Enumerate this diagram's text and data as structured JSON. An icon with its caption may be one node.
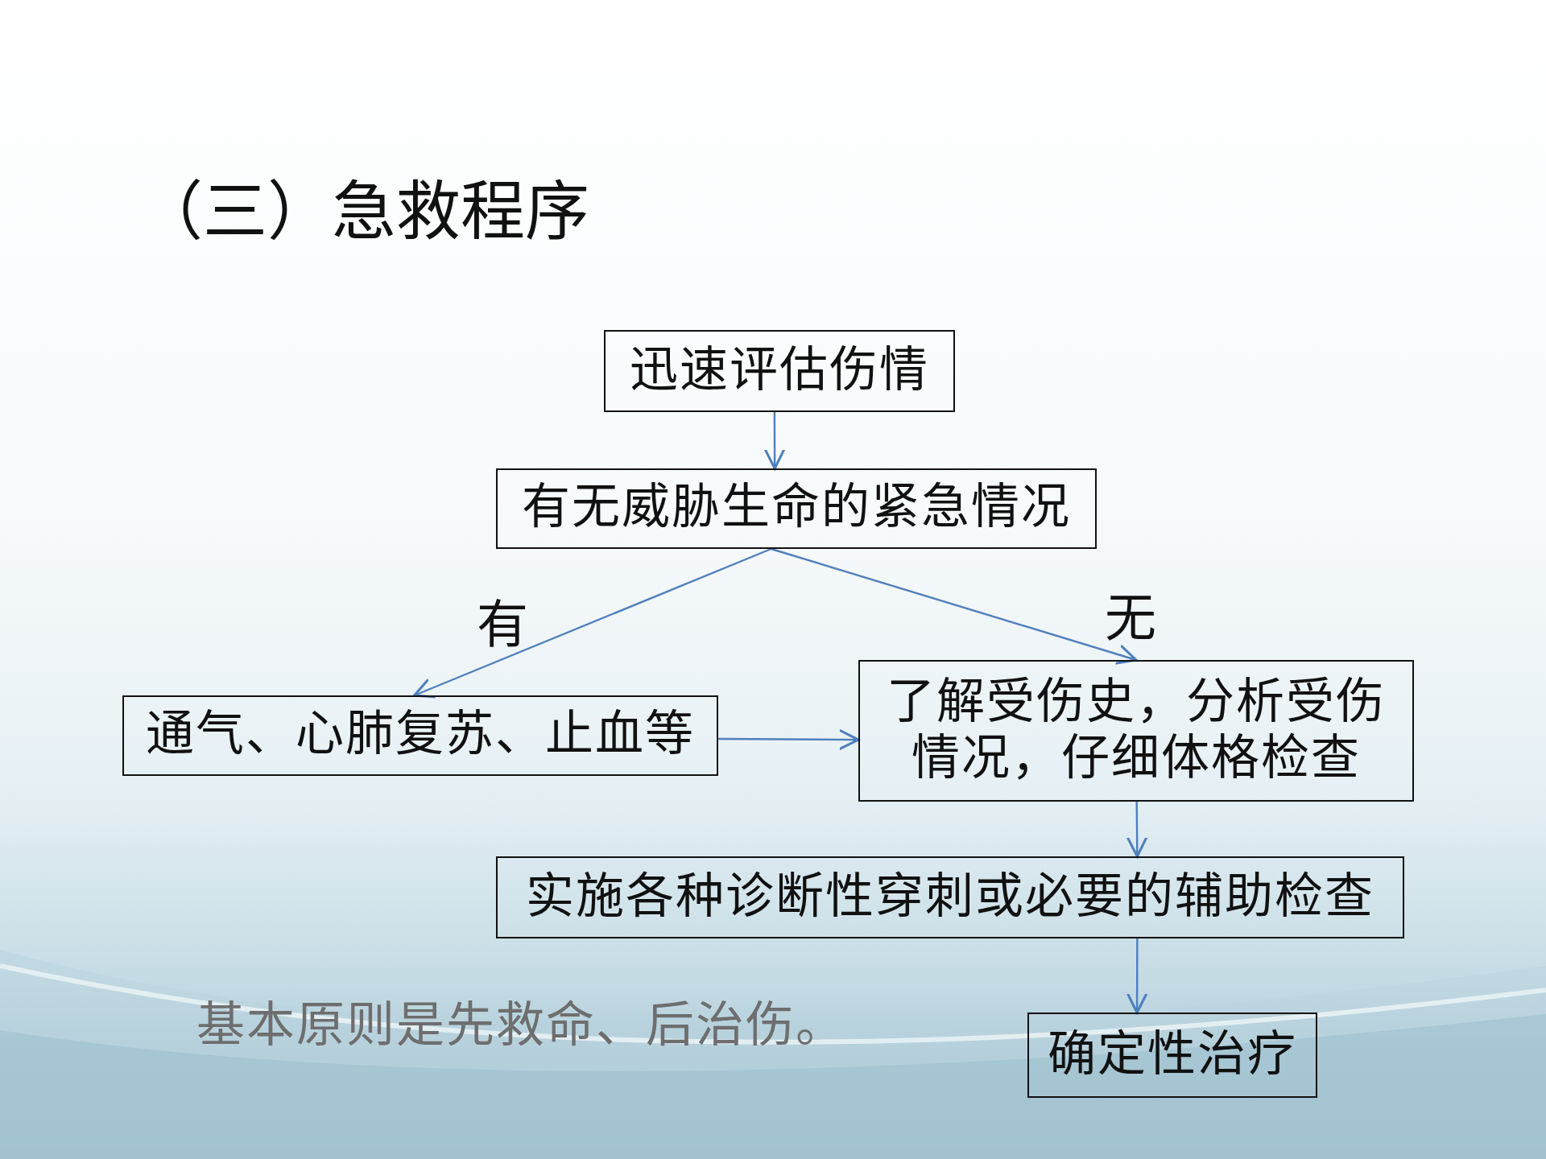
{
  "diagram": {
    "title": "（三）急救程序",
    "nodes": [
      {
        "text": [
          "迅速评估伤情"
        ]
      },
      {
        "text": [
          "有无威胁生命的紧急情况"
        ]
      },
      {
        "text": [
          "通气、心肺复苏、止血等"
        ]
      },
      {
        "text": [
          "了解受伤史，分析受伤情况，仔细体格检查"
        ]
      },
      {
        "text": [
          "实施各种诊断性穿刺或必要的辅助检查"
        ]
      },
      {
        "text": [
          "确定性治疗"
        ]
      }
    ],
    "edges": [
      {
        "from": 0,
        "to": 1,
        "arrow": "to"
      },
      {
        "from": 1,
        "to": 2,
        "arrow": "to",
        "label": "有"
      },
      {
        "from": 1,
        "to": 3,
        "arrow": "to",
        "label": "无"
      },
      {
        "from": 2,
        "to": 3,
        "arrow": "to"
      },
      {
        "from": 3,
        "to": 4,
        "arrow": "to"
      },
      {
        "from": 4,
        "to": 5,
        "arrow": "to"
      }
    ],
    "labels": [
      "基本原则是先救命、后治伤。"
    ]
  }
}
